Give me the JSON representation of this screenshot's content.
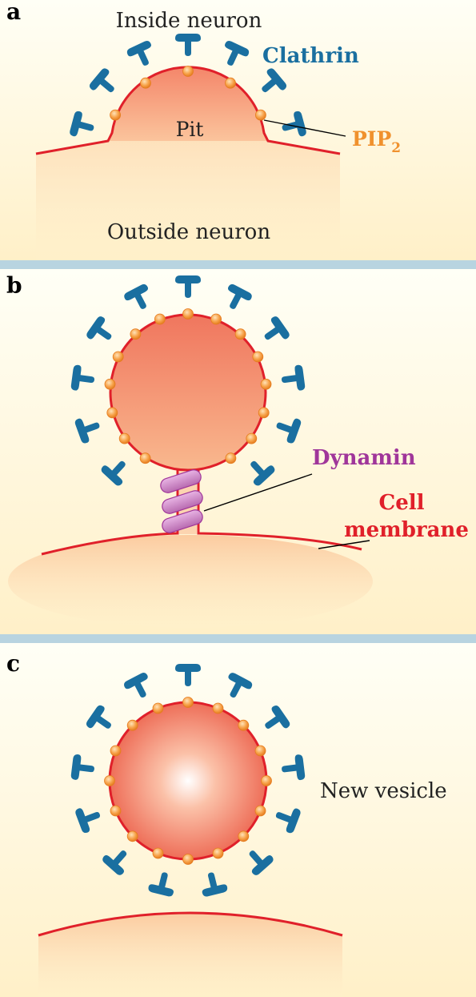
{
  "panels": [
    {
      "letter": "a",
      "inside_label": "Inside neuron",
      "clathrin_label": "Clathrin",
      "pit_label": "Pit",
      "pip2_label": "PIP",
      "pip2_subscript": "2",
      "outside_label": "Outside neuron"
    },
    {
      "letter": "b",
      "dynamin_label": "Dynamin",
      "membrane_label_line1": "Cell",
      "membrane_label_line2": "membrane"
    },
    {
      "letter": "c",
      "vesicle_label": "New vesicle"
    }
  ],
  "colors": {
    "clathrin": "#1a6fa0",
    "pip2": "#f0912d",
    "membrane": "#e0202a",
    "dynamin": "#a0369a",
    "separator": "#b8d4e0",
    "background_top": "#fffff4",
    "background_bottom": "#fff1c8"
  }
}
